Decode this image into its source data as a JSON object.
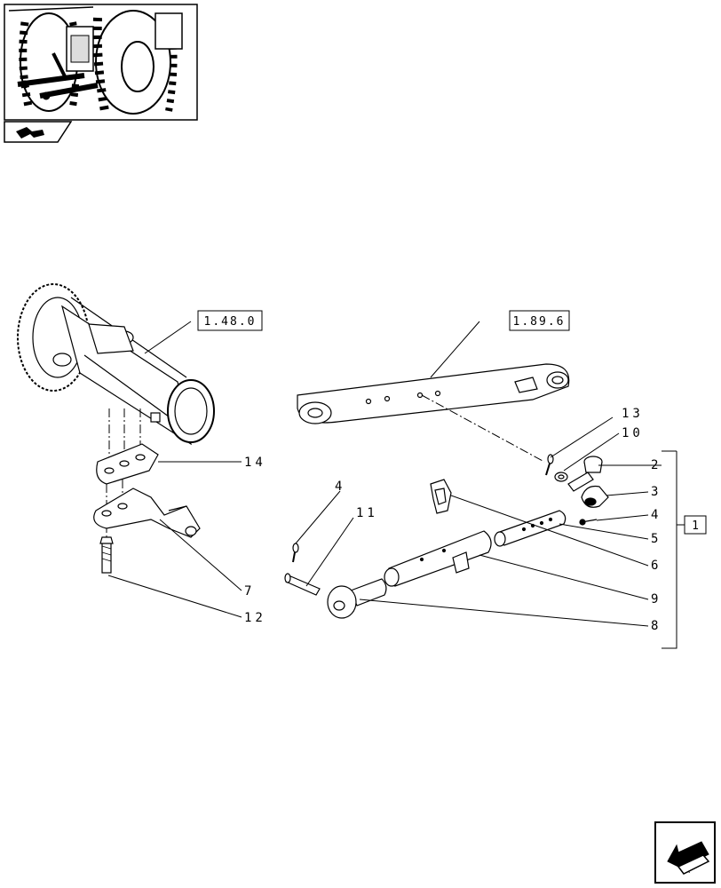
{
  "refs": {
    "trumpet_housing": "1.48.0",
    "lower_link": "1.89.6",
    "assembly_group": "1"
  },
  "parts": {
    "p2": "2",
    "p3": "3",
    "p4a": "4",
    "p4b": "4",
    "p5": "5",
    "p6": "6",
    "p7": "7",
    "p8": "8",
    "p9": "9",
    "p10": "10",
    "p11": "11",
    "p12": "12",
    "p13": "13",
    "p14": "14"
  },
  "icons": {
    "thumbnail": "tractor-rear-linkage-icon",
    "nav_back": "back-arrow-icon",
    "nav_next": "next-page-arrow-icon"
  }
}
